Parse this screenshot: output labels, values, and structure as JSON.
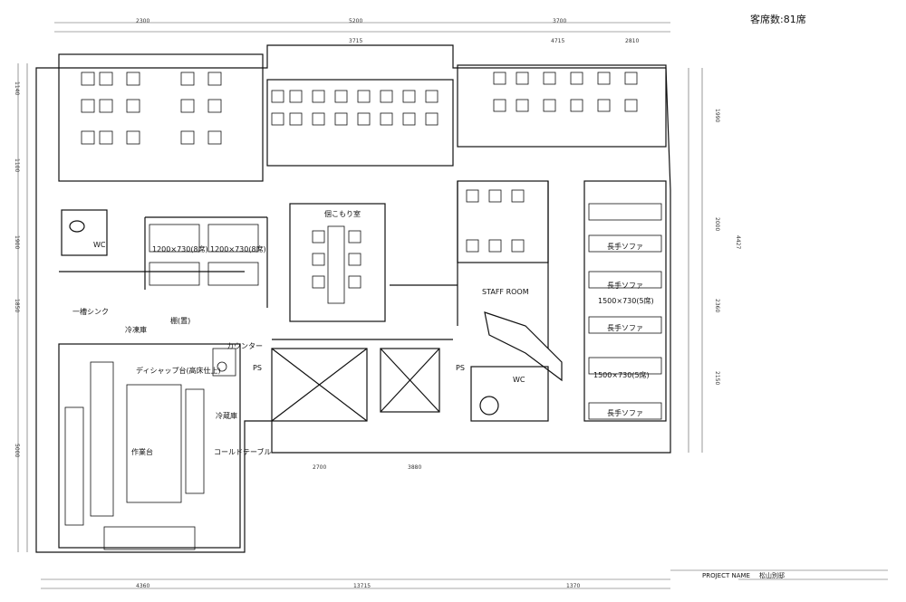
{
  "header": {
    "seat_count": "客席数:81席"
  },
  "dimensions": {
    "top": [
      "2300",
      "3700",
      "5200",
      "3715",
      "4715",
      "2810"
    ],
    "bottom": [
      "4360",
      "1370",
      "2700",
      "3880",
      "13715"
    ],
    "left": [
      "1140",
      "1100",
      "1900",
      "1850",
      "5000"
    ],
    "right": [
      "4427",
      "2000",
      "2360",
      "2150",
      "1990"
    ]
  },
  "rooms": {
    "private_room": "個こもり室",
    "staff_room": "STAFF ROOM",
    "toilet": "WC",
    "ps": "PS",
    "table_label": "1200×730(8席)",
    "bench": "長手ソファ",
    "table_row": "1500×730(5席)",
    "shelf": "棚(置)",
    "sink": "一槽シンク",
    "freezer": "冷凍庫",
    "refrigerator": "冷蔵庫",
    "dish_shelf": "ディシャップ台(高床仕上)",
    "counter": "カウンター",
    "work_table": "作業台",
    "prep_table": "コールドテーブル"
  },
  "title_block": {
    "project_label": "PROJECT NAME",
    "project_name": "松山別邸"
  }
}
